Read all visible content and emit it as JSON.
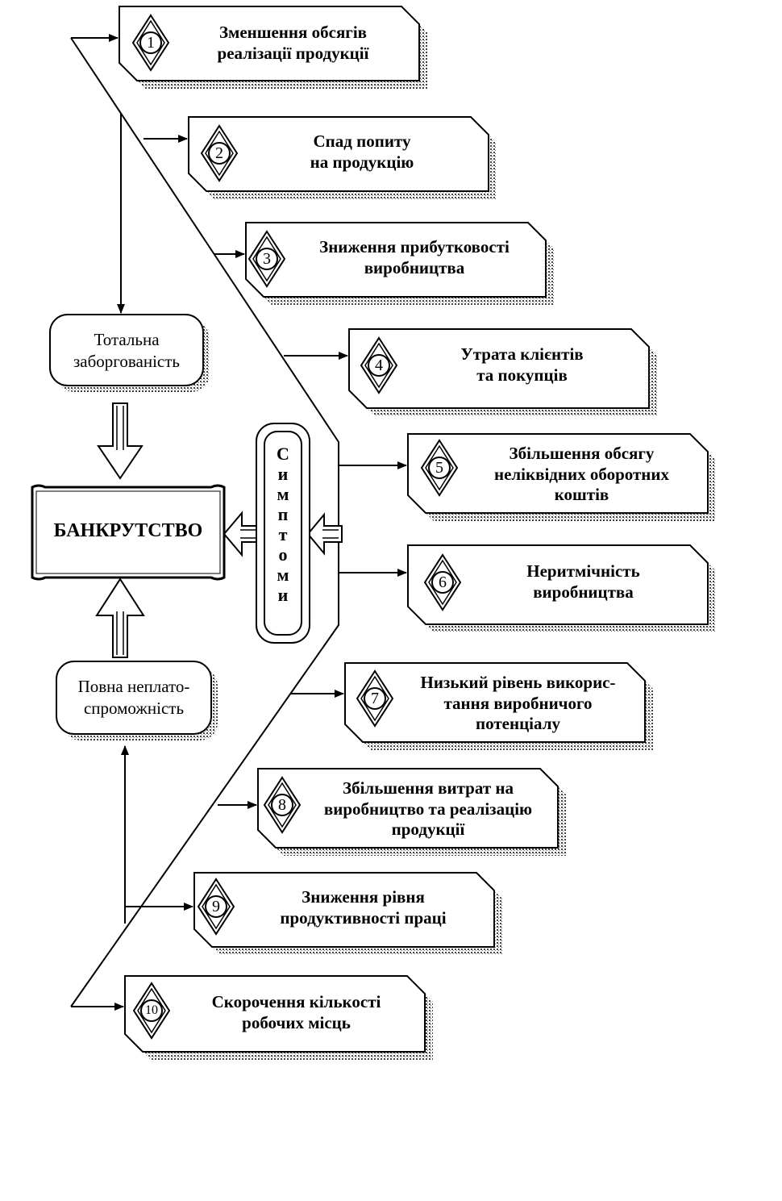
{
  "center": {
    "title": "БАНКРУТСТВО"
  },
  "side_nodes": {
    "top": {
      "lines": [
        "Тотальна",
        "заборгованість"
      ]
    },
    "bottom": {
      "lines": [
        "Повна неплато-",
        "спроможність"
      ]
    }
  },
  "symptoms_label": [
    "С",
    "и",
    "м",
    "п",
    "т",
    "о",
    "м",
    "и"
  ],
  "symptoms": [
    {
      "num": "1",
      "lines": [
        "Зменшення обсягів",
        "реалізації продукції"
      ]
    },
    {
      "num": "2",
      "lines": [
        "Спад попиту",
        "на продукцію"
      ]
    },
    {
      "num": "3",
      "lines": [
        "Зниження прибутковості",
        "виробництва"
      ]
    },
    {
      "num": "4",
      "lines": [
        "Утрата клієнтів",
        "та покупців"
      ]
    },
    {
      "num": "5",
      "lines": [
        "Збільшення обсягу",
        "неліквідних оборотних",
        "коштів"
      ]
    },
    {
      "num": "6",
      "lines": [
        "Неритмічність",
        "виробництва"
      ]
    },
    {
      "num": "7",
      "lines": [
        "Низький рівень викорис-",
        "тання виробничого",
        "потенціалу"
      ]
    },
    {
      "num": "8",
      "lines": [
        "Збільшення витрат на",
        "виробництво та реалізацію",
        "продукції"
      ]
    },
    {
      "num": "9",
      "lines": [
        "Зниження рівня",
        "продуктивності праці"
      ]
    },
    {
      "num": "10",
      "lines": [
        "Скорочення кількості",
        "робочих місць"
      ]
    }
  ]
}
